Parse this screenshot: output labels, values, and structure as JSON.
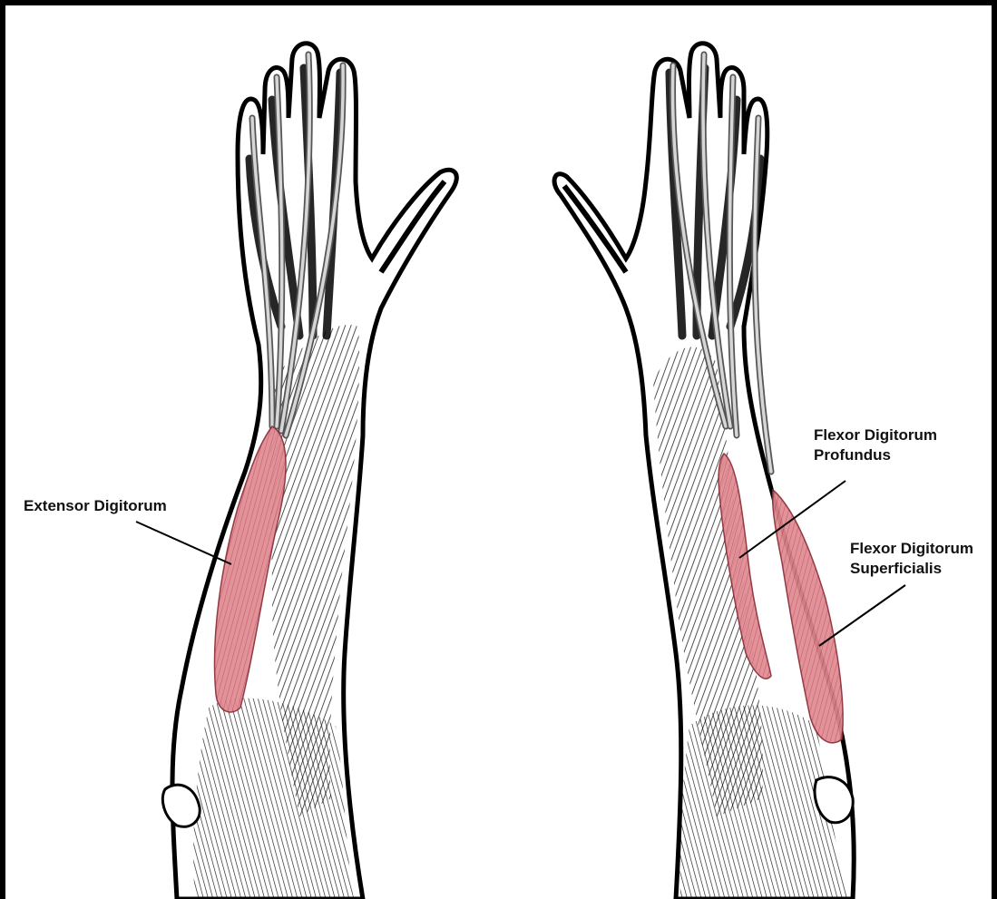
{
  "colors": {
    "frame": "#000000",
    "background": "#ffffff",
    "ink": "#000000",
    "muscle_highlight": "#d9707a",
    "tendon": "#b8b8b8"
  },
  "labels": {
    "extensor": "Extensor Digitorum",
    "fdp_line1": "Flexor Digitorum",
    "fdp_line2": "Profundus",
    "fds_line1": "Flexor Digitorum",
    "fds_line2": "Superficialis"
  }
}
